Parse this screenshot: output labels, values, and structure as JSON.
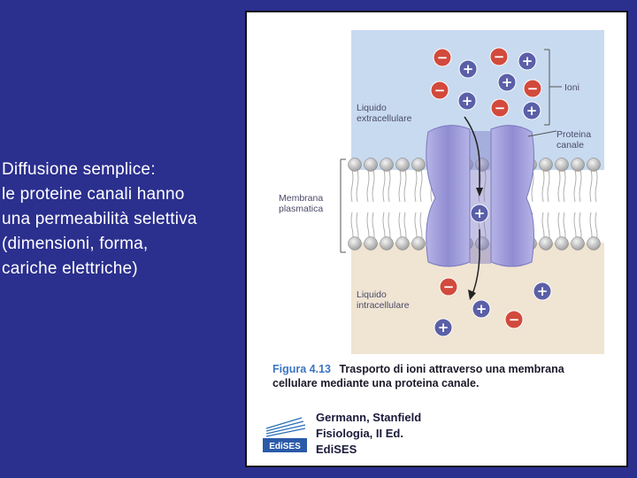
{
  "slide": {
    "lines": [
      "Diffusione semplice:",
      "le proteine canali hanno",
      "una permeabilità selettiva",
      "(dimensioni, forma,",
      "cariche elettriche)"
    ]
  },
  "figure": {
    "labels": {
      "ions": "Ioni",
      "extracellular_1": "Liquido",
      "extracellular_2": "extracellulare",
      "channel_protein_1": "Proteina",
      "channel_protein_2": "canale",
      "membrane_1": "Membrana",
      "membrane_2": "plasmatica",
      "intracellular_1": "Liquido",
      "intracellular_2": "intracellulare"
    },
    "ion_symbols": {
      "plus": "+",
      "minus": "−"
    },
    "caption": {
      "number": "Figura 4.13",
      "title_line1": "Trasporto di ioni attraverso una membrana",
      "title_line2": "cellulare mediante una proteina canale."
    },
    "publisher": {
      "authors": "Germann, Stanfield",
      "book": "Fisiologia, II Ed.",
      "publisher_name": "EdiSES",
      "logo_text": "EdiSES"
    },
    "colors": {
      "background": "#2b2f8e",
      "extracellular": "#c8daf0",
      "intracellular": "#f0e4d2",
      "channel": "#9a98d8",
      "caption_blue": "#3a74c4",
      "cation": "#5a5fa8",
      "anion": "#d24a3c"
    }
  }
}
